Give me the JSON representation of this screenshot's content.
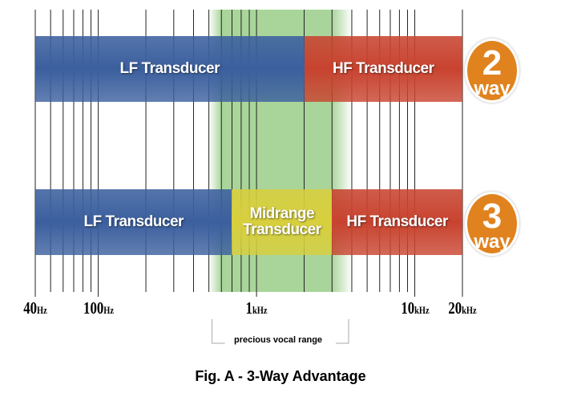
{
  "axis": {
    "min_hz": 40,
    "max_hz": 20000,
    "grid_hz": [
      40,
      50,
      60,
      70,
      80,
      90,
      100,
      200,
      300,
      400,
      500,
      600,
      700,
      800,
      900,
      1000,
      2000,
      3000,
      4000,
      5000,
      6000,
      7000,
      8000,
      9000,
      10000,
      20000
    ],
    "labels": [
      {
        "num": "40",
        "unit": "Hz",
        "hz": 40
      },
      {
        "num": "100",
        "unit": "Hz",
        "hz": 100
      },
      {
        "num": "1",
        "unit": "kHz",
        "hz": 1000
      },
      {
        "num": "10",
        "unit": "kHz",
        "hz": 10000
      },
      {
        "num": "20",
        "unit": "kHz",
        "hz": 20000
      }
    ]
  },
  "vocal_range": {
    "label": "precious vocal range",
    "from_hz": 500,
    "to_hz": 4000,
    "solid_from_hz": 600,
    "solid_to_hz": 3000,
    "color": "#a9d59a"
  },
  "two_way": {
    "badge_num": "2",
    "badge_word": "way",
    "bands": [
      {
        "label": "LF Transducer",
        "from_hz": 40,
        "to_hz": 2000,
        "color": "#3b5f9e"
      },
      {
        "label": "HF Transducer",
        "from_hz": 2000,
        "to_hz": 20000,
        "color": "#c8432f"
      }
    ]
  },
  "three_way": {
    "badge_num": "3",
    "badge_word": "way",
    "bands": [
      {
        "label": "LF Transducer",
        "from_hz": 40,
        "to_hz": 700,
        "color": "#3b5f9e"
      },
      {
        "label": "Midrange Transducer",
        "from_hz": 700,
        "to_hz": 3000,
        "color": "#d8cf3d"
      },
      {
        "label": "HF Transducer",
        "from_hz": 3000,
        "to_hz": 20000,
        "color": "#c8432f"
      }
    ]
  },
  "title": "Fig. A - 3-Way Advantage",
  "badge_color": "#e0831f"
}
